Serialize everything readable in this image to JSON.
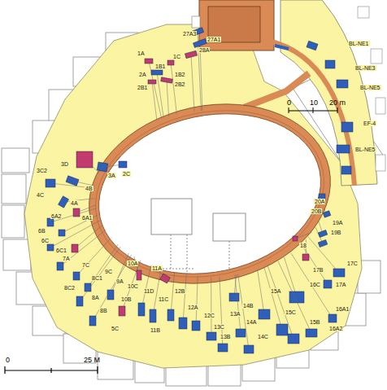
{
  "diagram": {
    "labels": [
      "BL-NE1",
      "BL-NE3",
      "BL-NE5",
      "EF-4",
      "BL-NE5",
      "0",
      "10",
      "20 m",
      "27A3",
      "27A1",
      "28A",
      "1A",
      "1C",
      "1B1",
      "2A",
      "1B2",
      "2B2",
      "2B1",
      "3A",
      "3D",
      "3C2",
      "2C",
      "4B",
      "4C",
      "4A",
      "6A2",
      "6A1",
      "6B",
      "6C",
      "6C1",
      "7A",
      "7C",
      "8C1",
      "8C2",
      "8A",
      "8B",
      "9C",
      "9A",
      "10A",
      "10C",
      "10B",
      "5C",
      "11D",
      "11A",
      "11C",
      "11B",
      "12B",
      "12A",
      "12C",
      "13C",
      "13B",
      "13A",
      "14B",
      "14A",
      "14C",
      "15A",
      "15B",
      "15C",
      "16C",
      "16A2",
      "16A1",
      "17A",
      "17C",
      "17B",
      "18",
      "19B",
      "19A",
      "20B",
      "20A",
      "0",
      "25 M"
    ]
  }
}
